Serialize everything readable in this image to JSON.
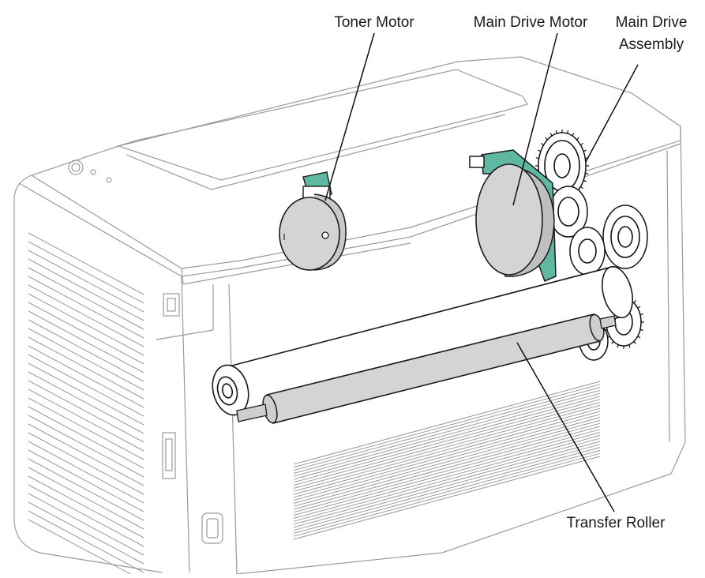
{
  "diagram": {
    "labels": {
      "toner_motor": "Toner Motor",
      "main_drive_motor": "Main Drive Motor",
      "main_drive_assembly_line1": "Main Drive",
      "main_drive_assembly_line2": "Assembly",
      "transfer_roller": "Transfer Roller"
    },
    "colors": {
      "bracket": "#5fb8a2",
      "motor_fill": "#d4d4d4",
      "housing_line": "#9a9a9a"
    }
  }
}
